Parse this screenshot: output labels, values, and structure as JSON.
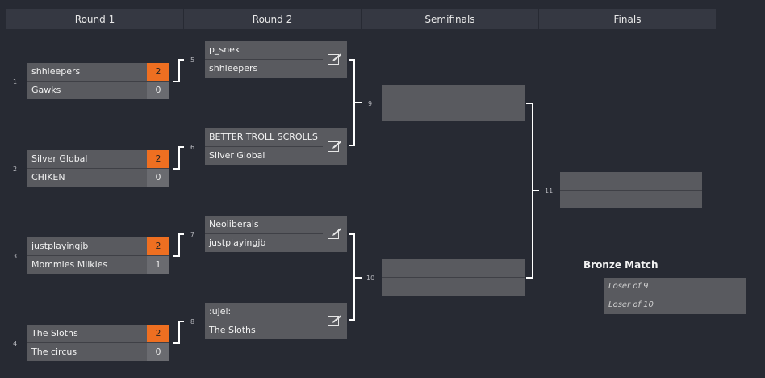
{
  "headers": [
    "Round 1",
    "Round 2",
    "Semifinals",
    "Finals"
  ],
  "round1": [
    {
      "num": "1",
      "p1": "shhleepers",
      "s1": "2",
      "p2": "Gawks",
      "s2": "0"
    },
    {
      "num": "2",
      "p1": "Silver Global",
      "s1": "2",
      "p2": "CHIKEN",
      "s2": "0"
    },
    {
      "num": "3",
      "p1": "justplayingjb",
      "s1": "2",
      "p2": "Mommies Milkies",
      "s2": "1"
    },
    {
      "num": "4",
      "p1": "The Sloths",
      "s1": "2",
      "p2": "The circus",
      "s2": "0"
    }
  ],
  "round2": [
    {
      "num": "5",
      "p1": "p_snek",
      "p2": "shhleepers"
    },
    {
      "num": "6",
      "p1": "BETTER TROLL SCROLLS",
      "p2": "Silver Global"
    },
    {
      "num": "7",
      "p1": "Neoliberals",
      "p2": "justplayingjb"
    },
    {
      "num": "8",
      "p1": ":ujel:",
      "p2": "The Sloths"
    }
  ],
  "semis": [
    {
      "num": "9"
    },
    {
      "num": "10"
    }
  ],
  "finals": {
    "num": "11"
  },
  "bronze": {
    "title": "Bronze Match",
    "p1": "Loser of 9",
    "p2": "Loser of 10"
  },
  "colors": {
    "winner_score": "#ee6f21",
    "match_bg": "#595a5f",
    "header_bg": "#353842",
    "page_bg": "#272a33"
  }
}
